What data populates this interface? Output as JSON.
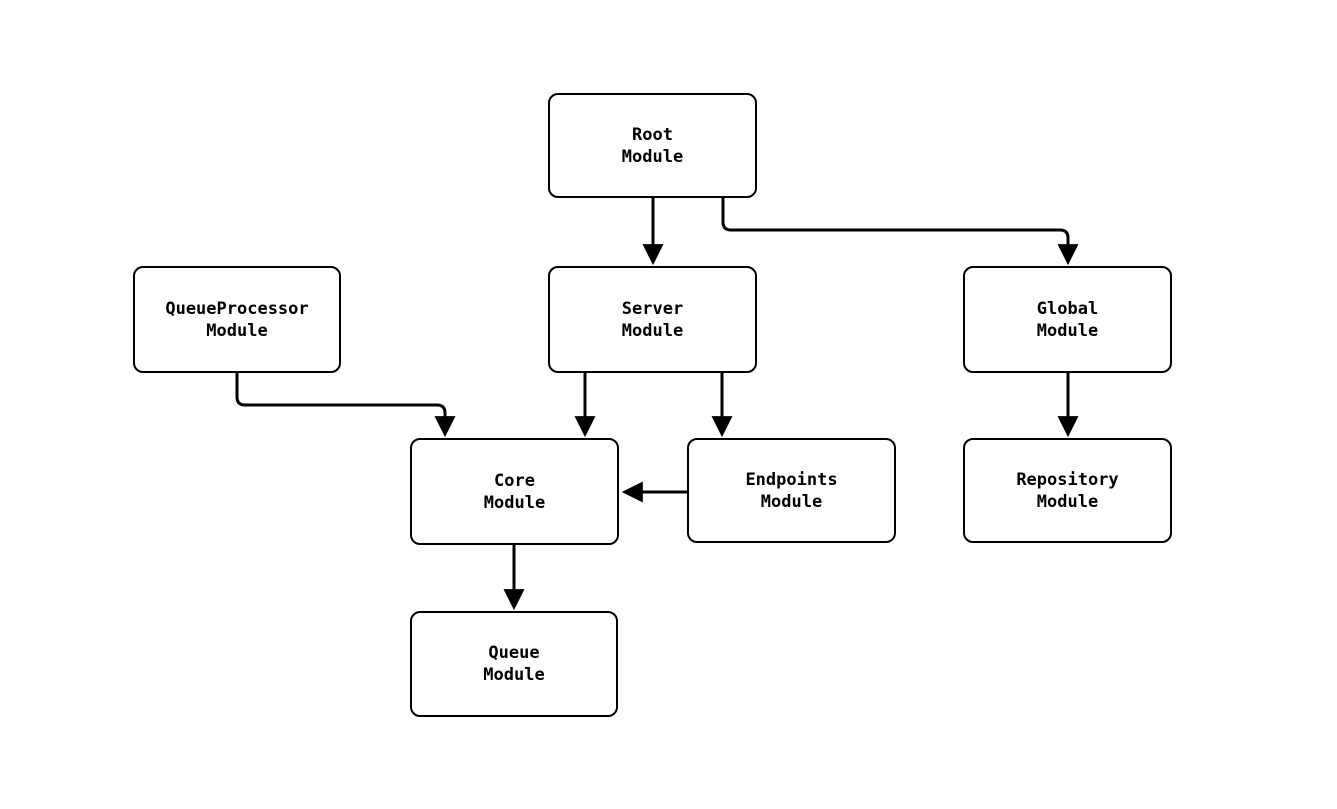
{
  "diagram": {
    "type": "flowchart",
    "background_color": "#ffffff",
    "node_border_color": "#000000",
    "node_fill_color": "#ffffff",
    "edge_color": "#000000",
    "text_color": "#000000",
    "nodes": [
      {
        "id": "root",
        "line1": "Root",
        "line2": "Module"
      },
      {
        "id": "queueprocessor",
        "line1": "QueueProcessor",
        "line2": "Module"
      },
      {
        "id": "server",
        "line1": "Server",
        "line2": "Module"
      },
      {
        "id": "global",
        "line1": "Global",
        "line2": "Module"
      },
      {
        "id": "core",
        "line1": "Core",
        "line2": "Module"
      },
      {
        "id": "endpoints",
        "line1": "Endpoints",
        "line2": "Module"
      },
      {
        "id": "repository",
        "line1": "Repository",
        "line2": "Module"
      },
      {
        "id": "queue",
        "line1": "Queue",
        "line2": "Module"
      }
    ],
    "edges": [
      {
        "from": "Root Module",
        "to": "Server Module"
      },
      {
        "from": "Root Module",
        "to": "Global Module"
      },
      {
        "from": "QueueProcessor Module",
        "to": "Core Module"
      },
      {
        "from": "Server Module",
        "to": "Core Module"
      },
      {
        "from": "Server Module",
        "to": "Endpoints Module"
      },
      {
        "from": "Endpoints Module",
        "to": "Core Module"
      },
      {
        "from": "Global Module",
        "to": "Repository Module"
      },
      {
        "from": "Core Module",
        "to": "Queue Module"
      }
    ]
  }
}
